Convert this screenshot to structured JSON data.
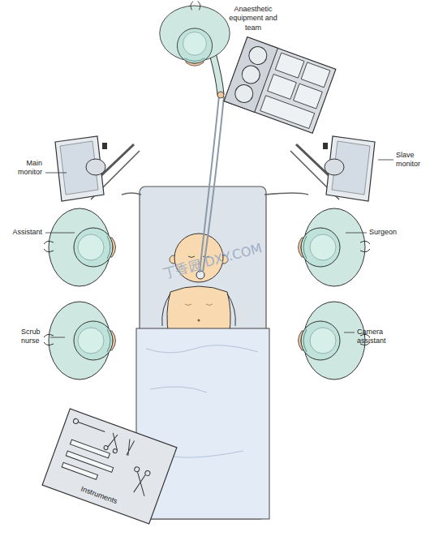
{
  "diagram": {
    "labels": [
      "Anaesthetic equipment and team",
      "Main monitor",
      "Slave monitor",
      "Assistant",
      "Surgeon",
      "Scrub nurse",
      "Camera assistant",
      "Instruments",
      "丁香园 DXY.COM"
    ]
  }
}
